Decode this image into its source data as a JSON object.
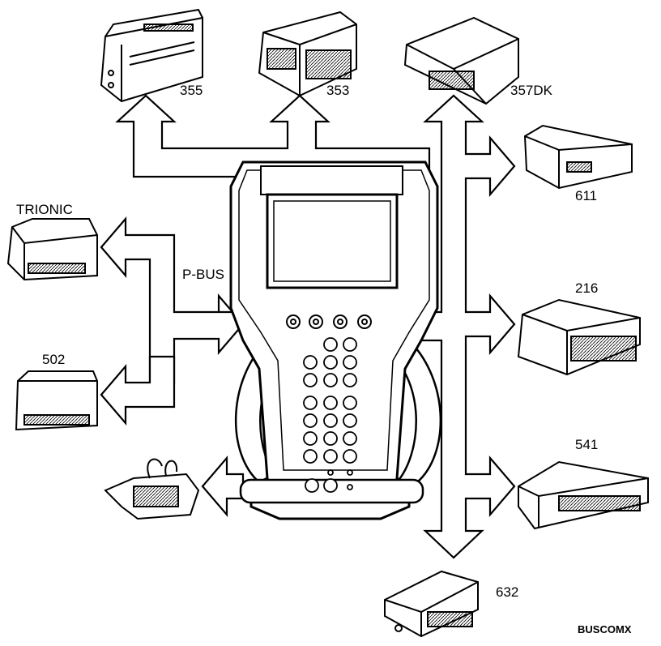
{
  "diagram": {
    "bus_label": "P-BUS",
    "figure_code": "BUSCOMX",
    "modules": {
      "m355": "355",
      "m353": "353",
      "m357dk": "357DK",
      "m611": "611",
      "trionic": "TRIONIC",
      "m216": "216",
      "m502": "502",
      "m541": "541",
      "m632": "632"
    }
  }
}
